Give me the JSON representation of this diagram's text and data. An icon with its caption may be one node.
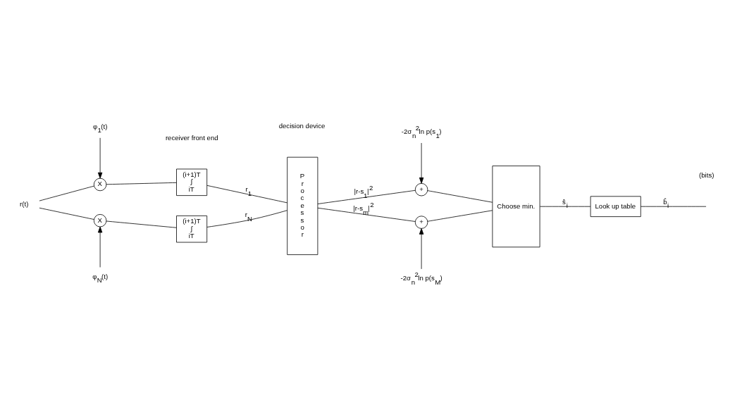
{
  "diagram": {
    "nodes": [
      {
        "text": [
          "r(t)"
        ]
      },
      {
        "text": [
          "φ$_{1}$(t)"
        ]
      },
      {
        "text": [
          "X"
        ]
      },
      {
        "text": [
          "(i+1)T",
          "∫",
          "iT"
        ]
      },
      {
        "text": [
          "φ$_{N}$(t)"
        ]
      },
      {
        "text": [
          "X"
        ]
      },
      {
        "text": [
          "(i+1)T",
          "∫",
          "iT"
        ]
      },
      {
        "text": [
          "P r o c e s s o r"
        ]
      },
      {
        "text": [
          "+"
        ]
      },
      {
        "text": [
          "+"
        ]
      },
      {
        "text": [
          "-2σ$_{n}$$^{2}$ln p(s$_{1}$)"
        ]
      },
      {
        "text": [
          "-2σ$_{n}$$^{2}$ln p(s$_{M}$)"
        ]
      },
      {
        "text": [
          "Choose min."
        ]
      },
      {
        "text": [
          "Look up table"
        ]
      }
    ],
    "edges": [
      {
        "from": 0,
        "to": 2,
        "arrow": "none"
      },
      {
        "from": 0,
        "to": 5,
        "arrow": "none"
      },
      {
        "from": 1,
        "to": 2,
        "arrow": "to"
      },
      {
        "from": 4,
        "to": 5,
        "arrow": "to"
      },
      {
        "from": 2,
        "to": 3,
        "arrow": "none"
      },
      {
        "from": 5,
        "to": 6,
        "arrow": "none"
      },
      {
        "from": 3,
        "to": 7,
        "arrow": "none",
        "label": "r$_{1}$"
      },
      {
        "from": 6,
        "to": 7,
        "arrow": "none",
        "label": "r$_{N}$"
      },
      {
        "from": 7,
        "to": 8,
        "arrow": "none",
        "label": "|r-s$_{1}$|$^{2}$"
      },
      {
        "from": 7,
        "to": 9,
        "arrow": "none",
        "label": "|r-s$_{m}$|$^{2}$"
      },
      {
        "from": 10,
        "to": 8,
        "arrow": "to"
      },
      {
        "from": 11,
        "to": 9,
        "arrow": "to"
      },
      {
        "from": 8,
        "to": 12,
        "arrow": "none"
      },
      {
        "from": 9,
        "to": 12,
        "arrow": "none"
      },
      {
        "from": 12,
        "to": 13,
        "arrow": "none",
        "label": "ŝ$_{i}$"
      },
      {
        "from": 13,
        "to": null,
        "arrow": "none",
        "label": "b̂$_{i}$"
      }
    ],
    "labels": [
      "(bits)",
      "receiver front end",
      "decision device"
    ]
  }
}
